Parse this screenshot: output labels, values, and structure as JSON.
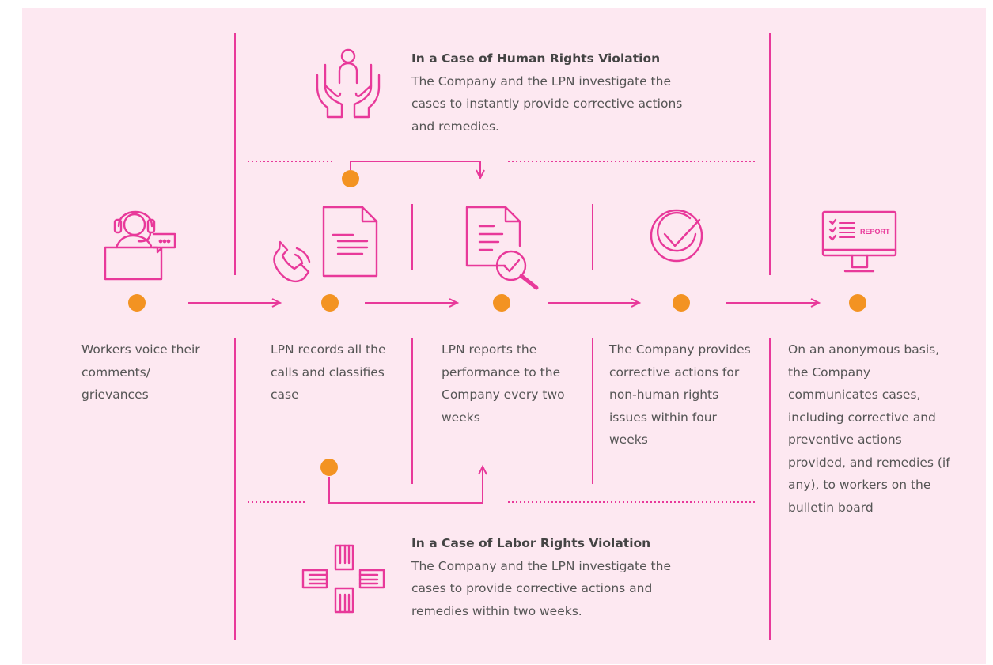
{
  "colors": {
    "pink": "#e8399a",
    "orange": "#f39322",
    "panel": "#fde8f1",
    "text": "#555555"
  },
  "steps": [
    {
      "icon": "headset-worker-icon",
      "text": "Workers voice their comments/ grievances"
    },
    {
      "icon": "phone-document-icon",
      "text": "LPN records all the calls and classifies case"
    },
    {
      "icon": "document-search-icon",
      "text": "LPN reports the performance to the Company every two weeks"
    },
    {
      "icon": "check-circle-icon",
      "text": "The Company provides corrective actions for non-human rights issues within four weeks"
    },
    {
      "icon": "monitor-report-icon",
      "text": "On an anonymous basis, the Company communicates cases, including corrective and preventive actions provided, and remedies (if any), to workers on the bulletin board"
    }
  ],
  "monitor_label": "REPORT",
  "human_rights": {
    "icon": "hands-person-icon",
    "title": "In a Case of Human Rights Violation",
    "text": "The Company and the LPN investigate the cases to instantly provide corrective actions and remedies."
  },
  "labor_rights": {
    "icon": "helping-hands-icon",
    "title": "In a Case of Labor Rights Violation",
    "text": "The Company and the LPN investigate the cases to provide corrective actions and remedies within two weeks."
  }
}
